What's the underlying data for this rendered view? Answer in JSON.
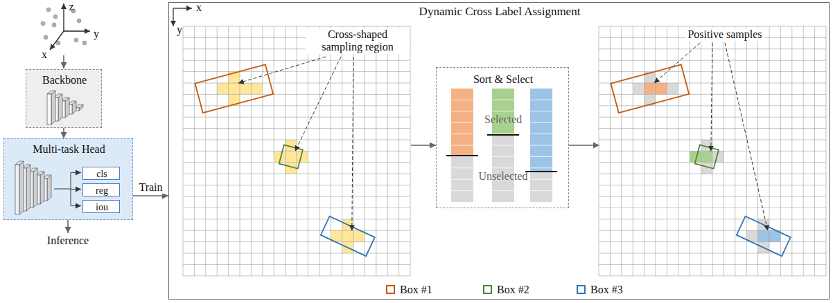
{
  "diagram": {
    "nodes": [
      {
        "text": [
          "Backbone"
        ]
      },
      {
        "text": [
          "Multi-task Head"
        ]
      },
      {
        "text": [
          "cls"
        ],
        "in": 1
      },
      {
        "text": [
          "reg"
        ],
        "in": 1
      },
      {
        "text": [
          "iou"
        ],
        "in": 1
      },
      {
        "text": [
          "Dynamic Cross Label Assignment"
        ]
      },
      {
        "text": [
          "Cross-shaped sampling region"
        ],
        "in": 5
      },
      {
        "text": [
          "Sort & Select",
          "Selected",
          "Unselected"
        ],
        "in": 5
      },
      {
        "text": [
          "Positive samples"
        ],
        "in": 5
      }
    ],
    "edges": [
      {
        "from": 0,
        "to": 1,
        "arrow": "to"
      },
      {
        "from": 1,
        "to": 5,
        "label": "Train",
        "arrow": "to"
      },
      {
        "from": 6,
        "to": 7,
        "arrow": "to"
      },
      {
        "from": 7,
        "to": 8,
        "arrow": "to"
      }
    ],
    "labels": [
      "z",
      "y",
      "x",
      "x",
      "y",
      "Inference"
    ],
    "legend": [
      {
        "text": "Box #1",
        "color": "#c55a11"
      },
      {
        "text": "Box #2",
        "color": "#548235"
      },
      {
        "text": "Box #3",
        "color": "#2e75b6"
      }
    ]
  }
}
